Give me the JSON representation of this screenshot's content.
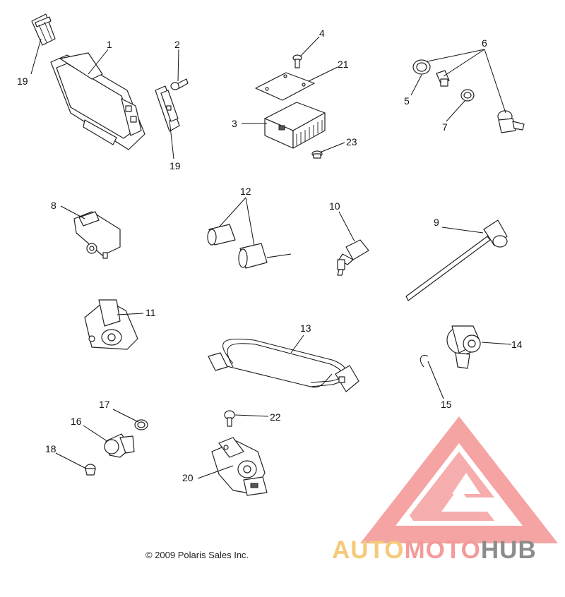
{
  "copyright": "© 2009 Polaris Sales Inc.",
  "watermark": {
    "parts": [
      "AUTO",
      "MOTO",
      "HUB"
    ],
    "colors": [
      "#f5c97a",
      "#f49a9a",
      "#8c8c8c"
    ],
    "emblem_color": "#f49a9a"
  },
  "callouts": [
    "1",
    "2",
    "3",
    "4",
    "5",
    "6",
    "7",
    "8",
    "9",
    "10",
    "11",
    "12",
    "13",
    "14",
    "15",
    "16",
    "17",
    "18",
    "19",
    "19",
    "20",
    "21",
    "22",
    "23"
  ]
}
